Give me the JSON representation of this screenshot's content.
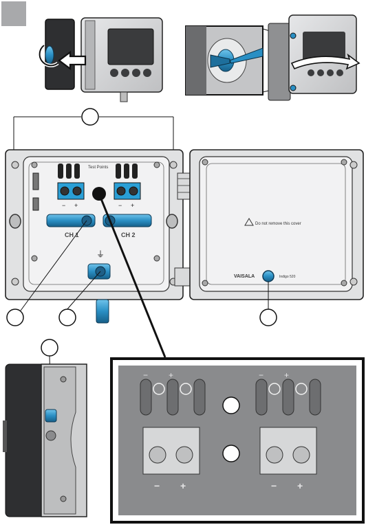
{
  "labels": {
    "test_points": "Test Points",
    "ch1": "CH 1",
    "ch2": "CH 2",
    "minus": "−",
    "plus": "+",
    "ground": "⏚",
    "brand": "VAISALA",
    "warning": "Do not remove this cover",
    "model": "Indigo 520"
  },
  "colors": {
    "housing": "#d2d3d5",
    "panel": "#8a8b8d",
    "dark": "#1a1a1a",
    "accent": "#2b8dc0",
    "terminal": "#2a9fd6"
  },
  "icons": {
    "step_badge": "gray-square-icon",
    "rotate_arrow": "curved-arrow-icon",
    "remove_arrow": "left-arrow-icon",
    "open_arrow": "curved-right-arrow-icon",
    "screwdriver": "screwdriver-icon",
    "callout": "empty-circle-callout-icon"
  }
}
